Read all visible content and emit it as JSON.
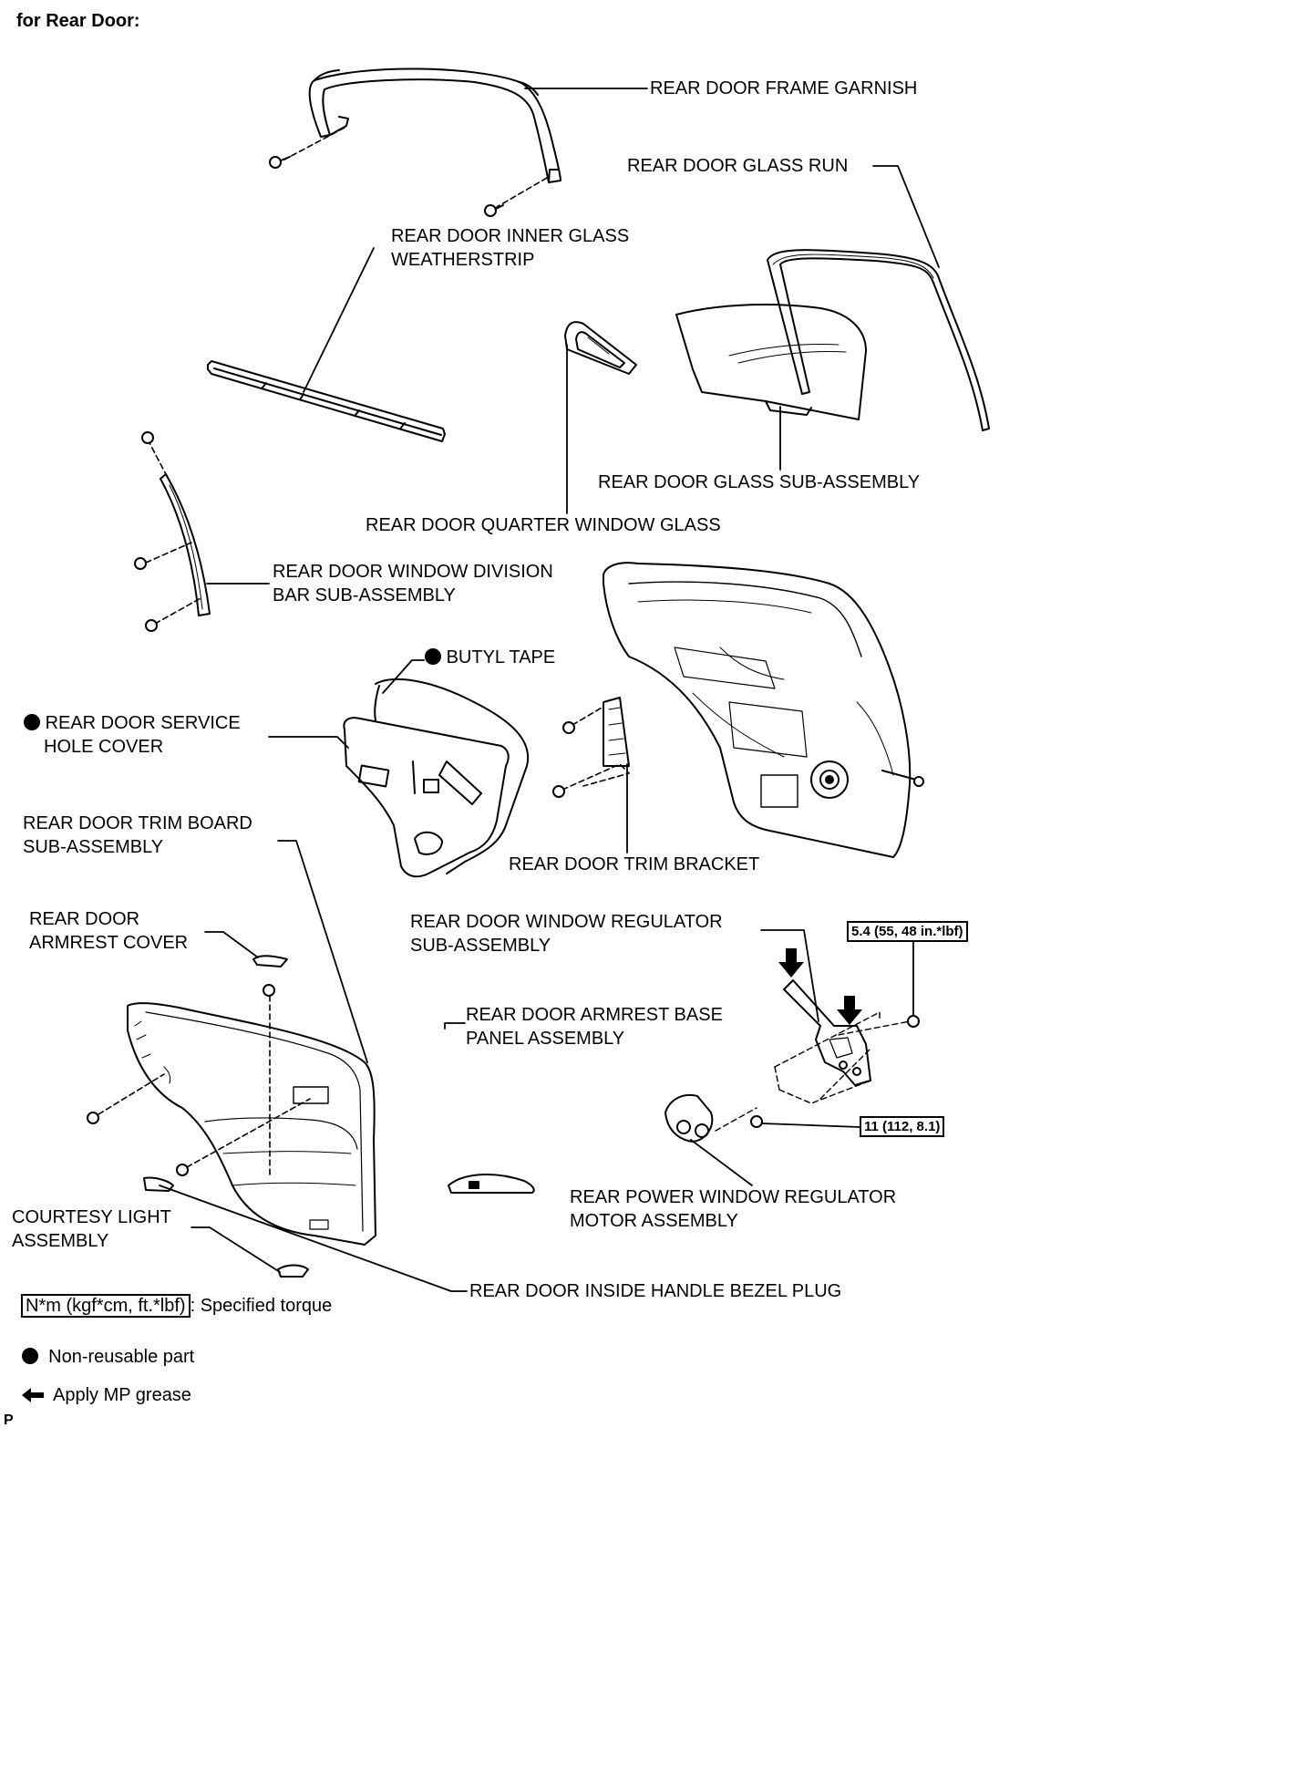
{
  "title": "for Rear Door:",
  "parts": {
    "frame_garnish": "REAR DOOR FRAME GARNISH",
    "glass_run": "REAR DOOR GLASS RUN",
    "inner_weatherstrip_1": "REAR DOOR INNER GLASS",
    "inner_weatherstrip_2": "WEATHERSTRIP",
    "glass_sub": "REAR DOOR GLASS SUB-ASSEMBLY",
    "quarter_glass": "REAR DOOR QUARTER WINDOW GLASS",
    "division_bar_1": "REAR DOOR WINDOW DIVISION",
    "division_bar_2": "BAR SUB-ASSEMBLY",
    "butyl_tape": "BUTYL TAPE",
    "service_cover_1": "REAR DOOR SERVICE",
    "service_cover_2": "HOLE COVER",
    "trim_board_1": "REAR DOOR TRIM BOARD",
    "trim_board_2": "SUB-ASSEMBLY",
    "trim_bracket": "REAR DOOR TRIM BRACKET",
    "armrest_cover_1": "REAR DOOR",
    "armrest_cover_2": "ARMREST COVER",
    "regulator_1": "REAR DOOR WINDOW REGULATOR",
    "regulator_2": "SUB-ASSEMBLY",
    "armrest_base_1": "REAR DOOR ARMREST BASE",
    "armrest_base_2": "PANEL ASSEMBLY",
    "motor_1": "REAR POWER WINDOW REGULATOR",
    "motor_2": "MOTOR ASSEMBLY",
    "courtesy_1": "COURTESY LIGHT",
    "courtesy_2": "ASSEMBLY",
    "bezel_plug": "REAR DOOR INSIDE HANDLE BEZEL PLUG"
  },
  "torques": {
    "regulator_bolt": "5.4 (55, 48 in.*lbf)",
    "motor_bolt": "11 (112, 8.1)"
  },
  "legend": {
    "torque_box": "N*m (kgf*cm, ft.*lbf)",
    "torque_text": ": Specified torque",
    "nonreusable": "Non-reusable part",
    "grease": "Apply MP grease"
  },
  "corner_mark": "P"
}
